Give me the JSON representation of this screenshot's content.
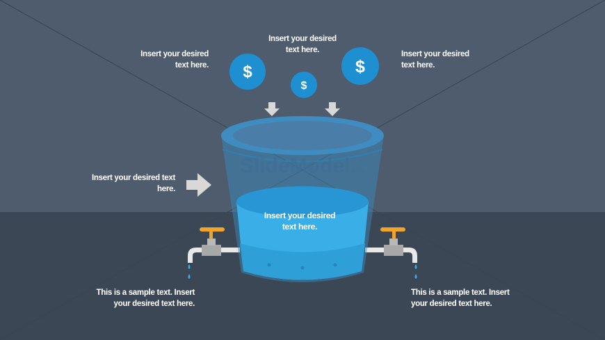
{
  "texts": {
    "top_left": "Insert your desired text here.",
    "top_center": "Insert your desired text here.",
    "top_right": "Insert your desired text here.",
    "left_middle": "Insert your desired text here.",
    "bucket": "Insert your desired text here.",
    "bottom_left": "This is a sample text. Insert your desired text here.",
    "bottom_right": "This is a sample text. Insert your desired text here."
  },
  "coins": {
    "symbol": "$"
  },
  "watermark": "SlideModel.com",
  "colors": {
    "background_top": "#4e5c6d",
    "background_bottom": "#3c4756",
    "coin": "#1e8fd0",
    "water": "#3aaee6",
    "valve_handle": "#f0a428",
    "arrow": "#d8d8d8"
  }
}
